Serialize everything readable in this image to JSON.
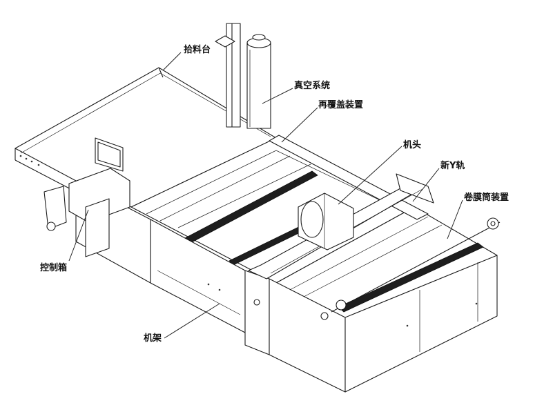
{
  "labels": {
    "pickup_table": "拾料台",
    "vacuum_system": "真空系统",
    "recover_device": "再覆盖装置",
    "machine_head": "机头",
    "new_y_rail": "新Y轨",
    "film_roll_device": "卷膜筒装置",
    "control_box": "控制箱",
    "frame": "机架"
  }
}
